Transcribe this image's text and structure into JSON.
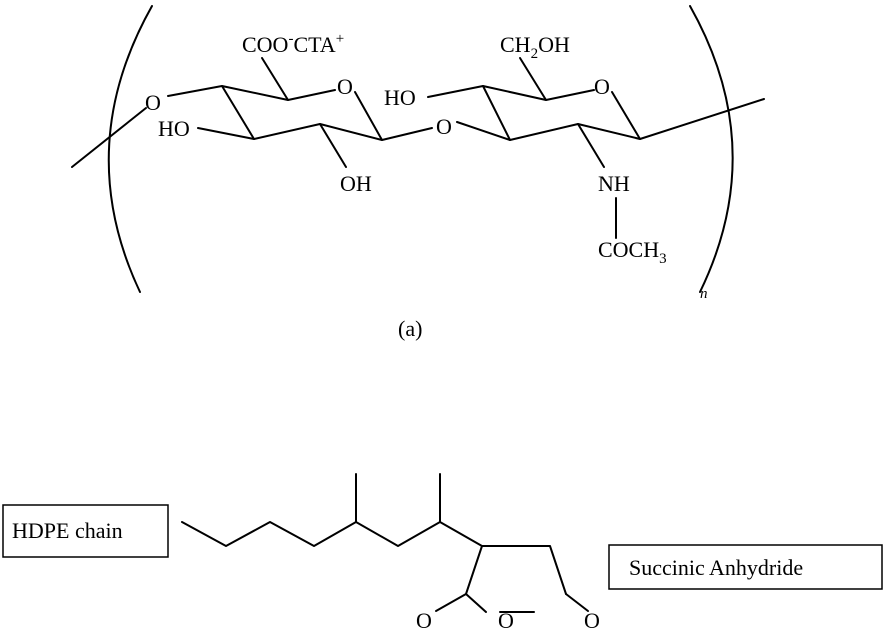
{
  "structure_a": {
    "carboxylate": {
      "main": "COO",
      "sup_minus": "-",
      "cation": "CTA",
      "sup_plus": "+"
    },
    "hydroxymethyl": {
      "pre": "CH",
      "sub": "2",
      "post": "OH"
    },
    "ring1_oxygen": "O",
    "ring2_oxygen": "O",
    "bridge_oxygen_left": "O",
    "glycosidic_oxygen": "O",
    "hydroxyl_c3_ring1": "HO",
    "hydroxyl_c2_ring1": "OH",
    "hydroxyl_c4_ring2": "HO",
    "amide_nh": "NH",
    "acetyl": {
      "pre": "COCH",
      "sub": "3"
    },
    "repeat_subscript": "n",
    "caption": "(a)"
  },
  "structure_b": {
    "hdpe_label": "HDPE chain",
    "succinic_label": "Succinic Anhydride",
    "carbonyl_o_left": "O",
    "ring_o": "O",
    "carbonyl_o_right": "O"
  }
}
